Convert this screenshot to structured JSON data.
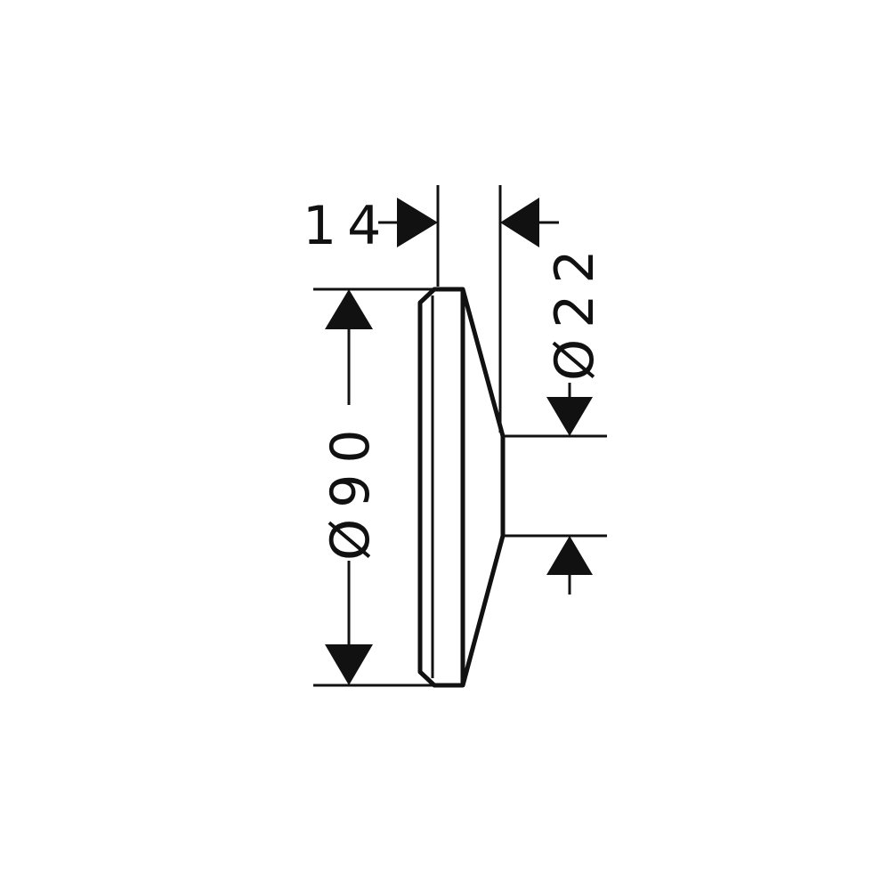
{
  "drawing": {
    "line_color": "#111111",
    "background": "#ffffff",
    "dimensions": {
      "depth": "14",
      "outer_diameter": "Ø90",
      "inner_diameter": "Ø22"
    }
  }
}
